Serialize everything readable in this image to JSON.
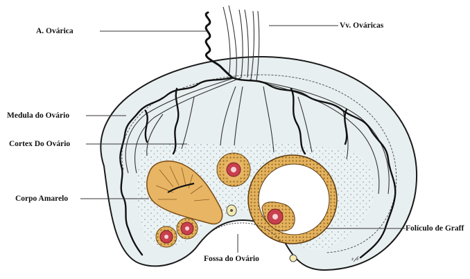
{
  "diagram": {
    "labels": {
      "ovarian_artery": "A. Ovárica",
      "ovarian_veins": "Vv. Ováricas",
      "medulla": "Medula do Ovário",
      "cortex": "Cortex Do Ovário",
      "corpus_luteum": "Corpo Amarelo",
      "graafian_follicle": "Folículo de Graff",
      "ovarian_fossa": "Fossa do Ovário"
    },
    "colors": {
      "ovary_fill": "#e9f0f2",
      "outline": "#1a1a1a",
      "corpus_luteum": "#e9b86a",
      "follicle_red": "#c8404e",
      "artery": "#111111"
    }
  }
}
